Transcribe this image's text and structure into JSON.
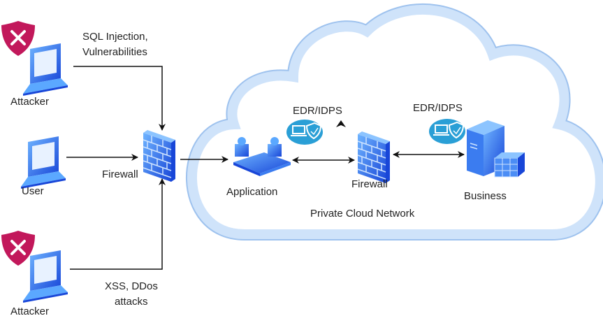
{
  "labels": {
    "attack_top_line1": "SQL Injection,",
    "attack_top_line2": "Vulnerabilities",
    "attacker_top": "Attacker",
    "user": "User",
    "firewall_edge": "Firewall",
    "attacker_bottom": "Attacker",
    "attack_bottom_line1": "XSS, DDos",
    "attack_bottom_line2": "attacks",
    "edr_left": "EDR/IDPS",
    "edr_right": "EDR/IDPS",
    "application": "Application",
    "firewall_internal": "Firewall",
    "business": "Business",
    "cloud": "Private Cloud Network"
  },
  "colors": {
    "cloud_stroke": "#c5dcf6",
    "cloud_edge": "#9ec2ee",
    "icon_blue": "#1f6ff0",
    "shield_red": "#c2185b",
    "edr_circle": "#2a9fd6"
  }
}
